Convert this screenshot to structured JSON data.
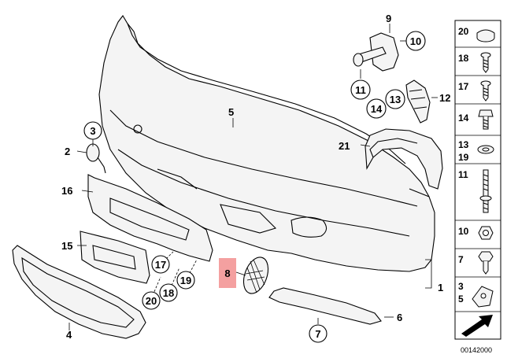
{
  "callouts": {
    "c1": "1",
    "c2": "2",
    "c3": "3",
    "c4": "4",
    "c5": "5",
    "c6": "6",
    "c7": "7",
    "c8": "8",
    "c9": "9",
    "c10": "10",
    "c11": "11",
    "c12": "12",
    "c13": "13",
    "c14": "14",
    "c15": "15",
    "c16": "16",
    "c17": "17",
    "c18": "18",
    "c19": "19",
    "c20": "20",
    "c21": "21"
  },
  "highlighted_callout": "8",
  "highlight_color": "#f4a0a0",
  "sidebar": {
    "items": [
      {
        "label": "20",
        "icon": "cap-icon"
      },
      {
        "label": "18",
        "icon": "screw-icon"
      },
      {
        "label": "17",
        "icon": "screw-icon"
      },
      {
        "label": "14",
        "icon": "bolt-icon"
      },
      {
        "label": "13",
        "label2": "19",
        "icon": "washer-icon"
      },
      {
        "label": "11",
        "icon": "stud-icon"
      },
      {
        "label": "10",
        "icon": "nut-icon"
      },
      {
        "label": "7",
        "icon": "clip-icon"
      },
      {
        "label": "3",
        "label2": "5",
        "icon": "spring-nut-icon"
      }
    ]
  },
  "diagram_number": "00142000"
}
